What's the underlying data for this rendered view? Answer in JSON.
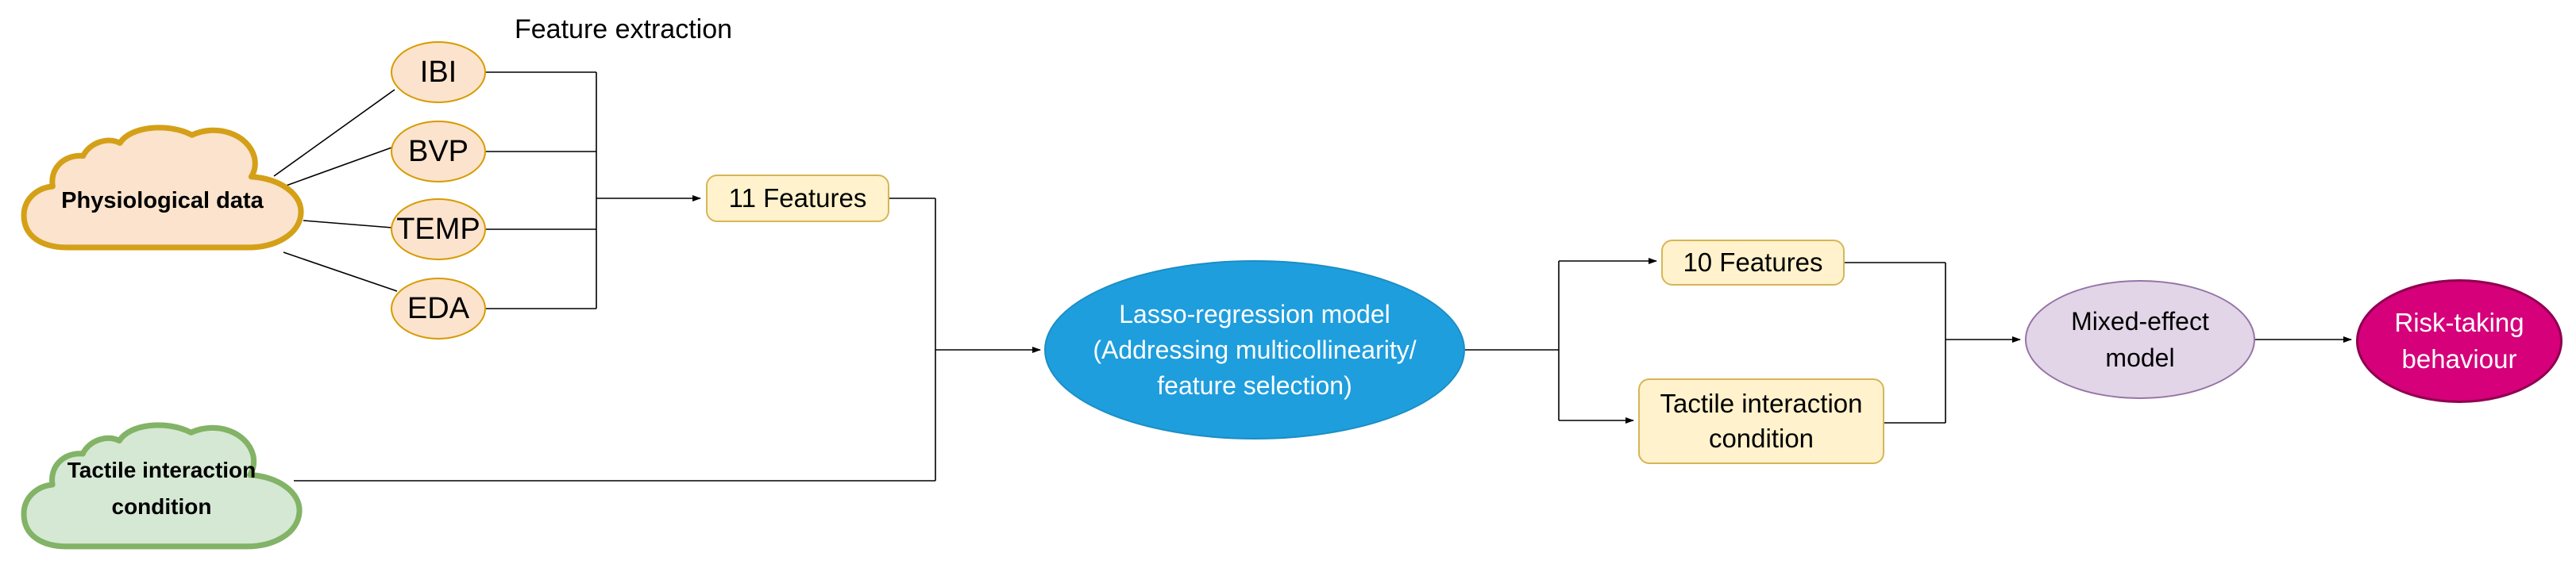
{
  "diagram": {
    "feature_extraction_label": "Feature extraction",
    "physiological_cloud": {
      "label": "Physiological data"
    },
    "tactile_cloud": {
      "line1": "Tactile interaction",
      "line2": "condition"
    },
    "signals": [
      {
        "label": "IBI"
      },
      {
        "label": "BVP"
      },
      {
        "label": "TEMP"
      },
      {
        "label": "EDA"
      }
    ],
    "features_11_box": {
      "label": "11 Features"
    },
    "lasso_ellipse": {
      "line1": "Lasso-regression model",
      "line2": "(Addressing multicollinearity/",
      "line3": "feature selection)"
    },
    "features_10_box": {
      "label": "10 Features"
    },
    "tactile_condition_box": {
      "line1": "Tactile interaction",
      "line2": "condition"
    },
    "mixed_effect_ellipse": {
      "line1": "Mixed-effect",
      "line2": "model"
    },
    "risk_ellipse": {
      "line1": "Risk-taking",
      "line2": "behaviour"
    },
    "colors": {
      "line": "#000000",
      "peach_fill": "#FBE3CD",
      "peach_stroke": "#D79B00",
      "cloud_orange_stroke": "#D4A017",
      "green_fill": "#D5E8D4",
      "green_stroke": "#82B366",
      "yellow_fill": "#FFF2CC",
      "yellow_stroke": "#D6B656",
      "blue_fill": "#1E9EDD",
      "blue_stroke": "#1B8EC4",
      "lavender_fill": "#E1D5E7",
      "lavender_stroke": "#9673A6",
      "pink_fill": "#D5007A",
      "pink_stroke": "#8F0050"
    }
  }
}
